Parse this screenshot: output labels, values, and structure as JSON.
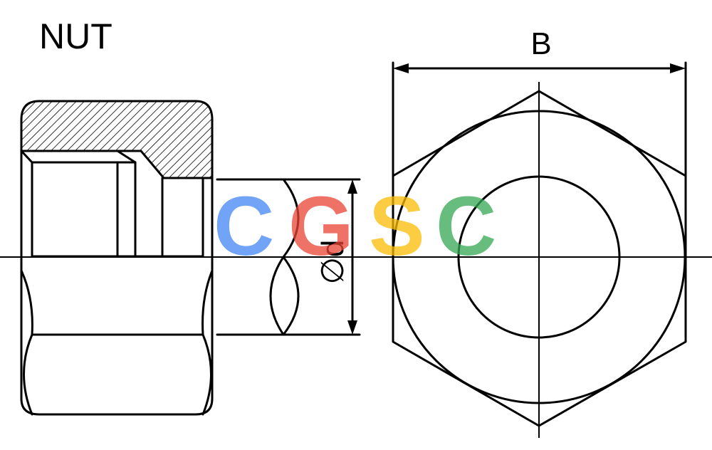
{
  "title": "NUT",
  "dimensions": {
    "across_flats_label": "B",
    "bore_diameter_label": "∅d"
  },
  "watermark": {
    "letters": [
      {
        "char": "C",
        "color": "#4285F4"
      },
      {
        "char": "G",
        "color": "#EA4335"
      },
      {
        "char": "S",
        "color": "#FBBC05"
      },
      {
        "char": "C",
        "color": "#34A853"
      }
    ]
  }
}
